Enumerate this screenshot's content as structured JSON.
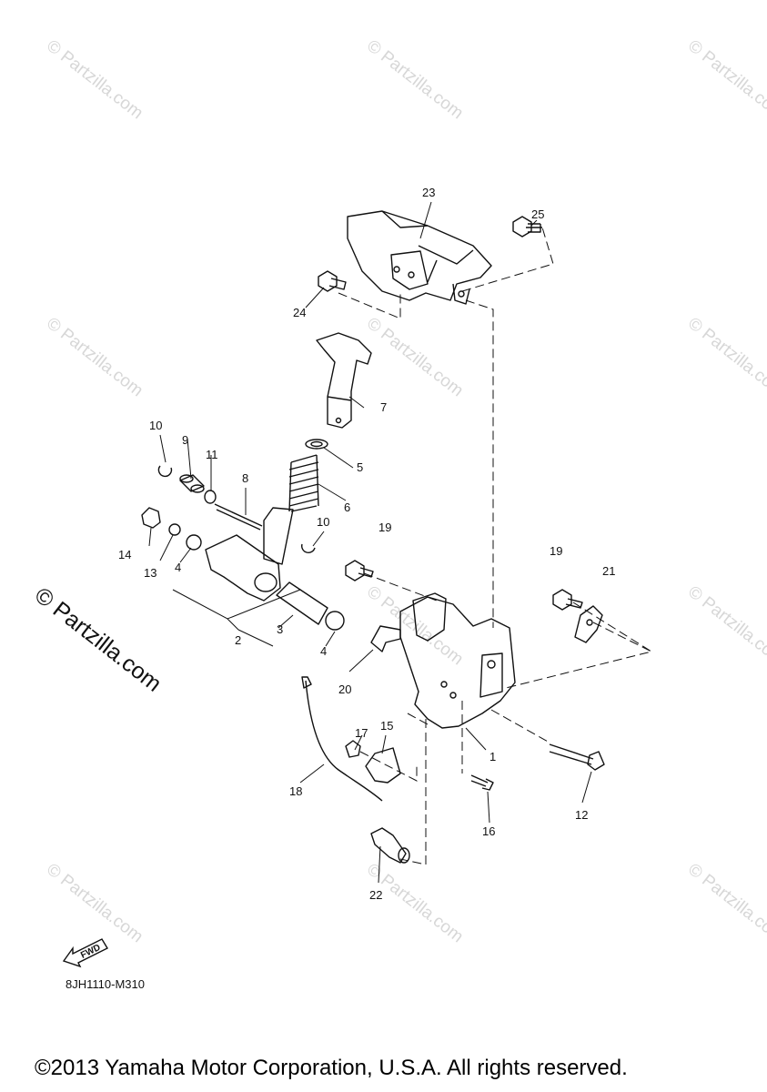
{
  "watermark": {
    "text": "© Partzilla.com",
    "main_text": "© Partzilla.com"
  },
  "diagram_code": "8JH1110-M310",
  "fwd_label": "FWD",
  "copyright": "©2013 Yamaha Motor Corporation, U.S.A. All rights reserved.",
  "callouts": [
    "23",
    "25",
    "24",
    "7",
    "5",
    "6",
    "10",
    "9",
    "11",
    "8",
    "10",
    "14",
    "13",
    "4",
    "19",
    "19",
    "21",
    "3",
    "2",
    "4",
    "20",
    "17",
    "15",
    "1",
    "18",
    "12",
    "16",
    "22"
  ],
  "colors": {
    "line": "#111111",
    "watermark": "#d7d7d7"
  }
}
